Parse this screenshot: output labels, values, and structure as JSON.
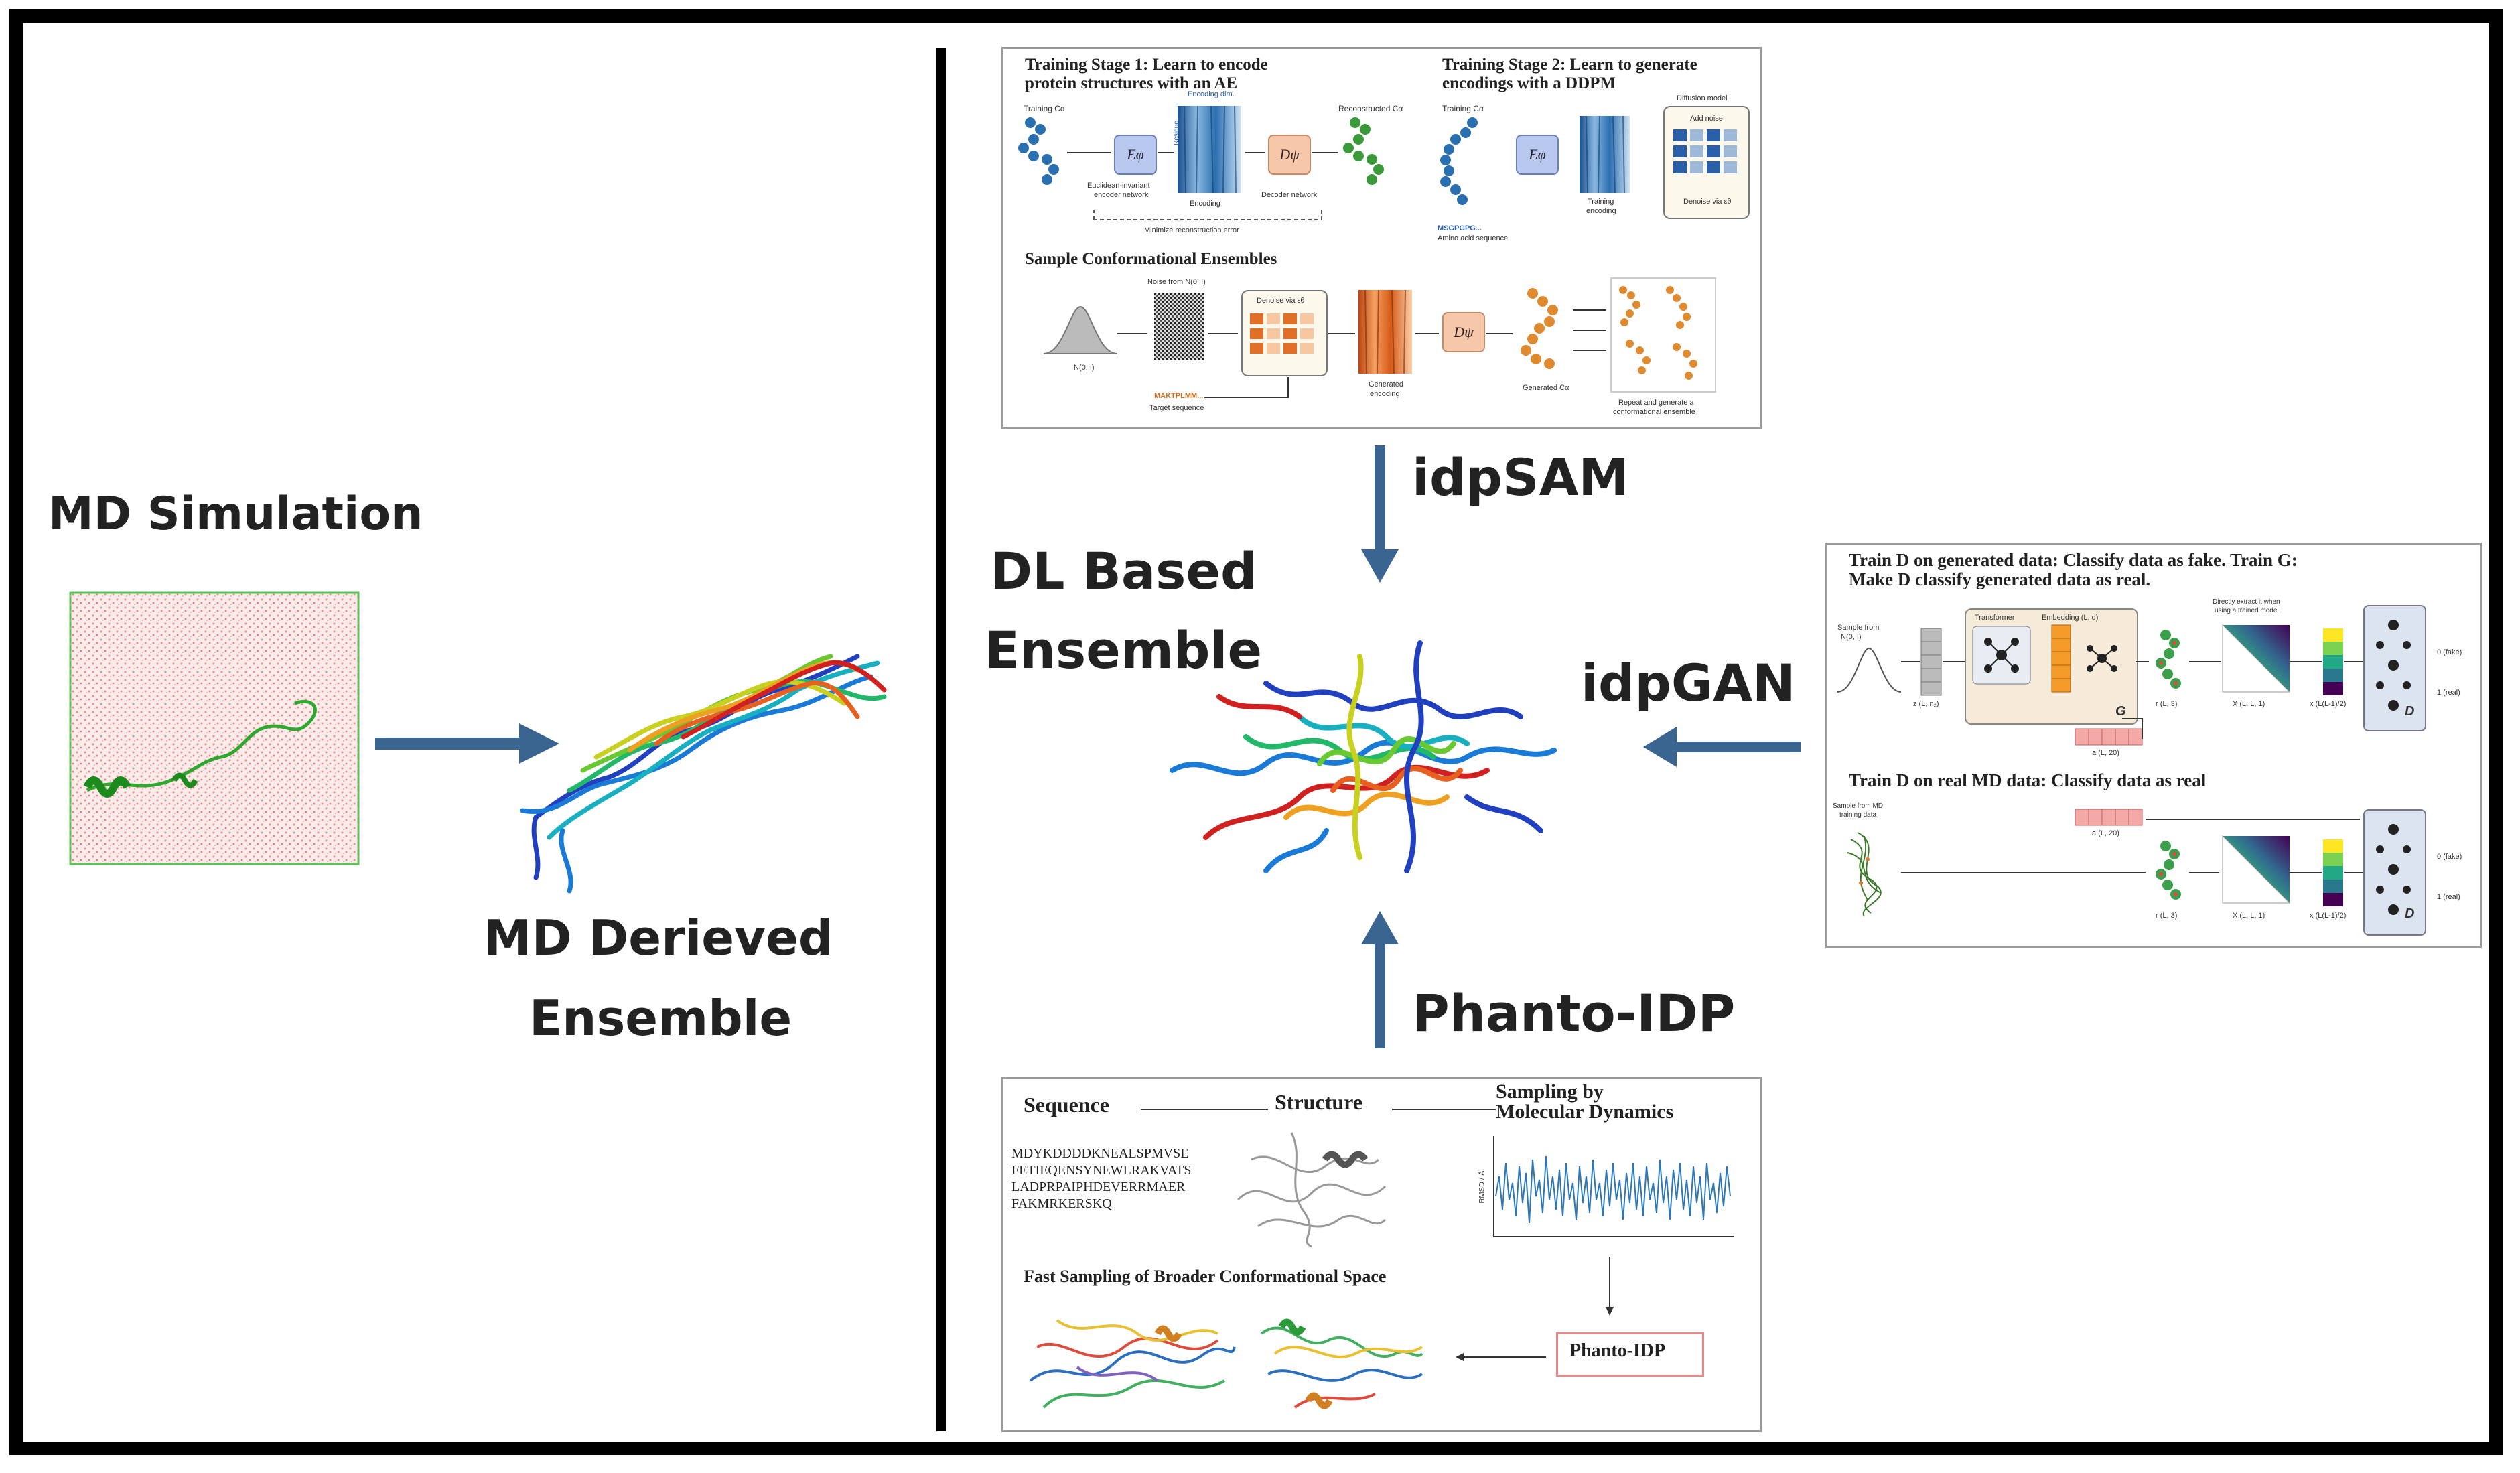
{
  "left_panel": {
    "md_simulation_label": "MD Simulation",
    "md_derived_label_line1": "MD Derieved",
    "md_derived_label_line2": "Ensemble"
  },
  "center": {
    "dl_label_line1": "DL Based",
    "dl_label_line2": "Ensemble",
    "idpsam_label": "idpSAM",
    "idpgan_label": "idpGAN",
    "phanto_label": "Phanto-IDP"
  },
  "idpsam_panel": {
    "stage1_title_line1": "Training Stage 1: Learn to encode",
    "stage1_title_line2": "protein structures with an AE",
    "stage2_title_line1": "Training Stage 2: Learn to generate",
    "stage2_title_line2": "encodings with a DDPM",
    "training_ca": "Training Cα",
    "training_ca2": "Training Cα",
    "encoder_symbol": "Eφ",
    "encoder_symbol2": "Eφ",
    "decoder_symbol": "Dψ",
    "decoder_symbol2": "Dψ",
    "encoding_dim": "Encoding dim.",
    "residue": "Residue",
    "reconstructed_ca": "Reconstructed Cα",
    "encoder_caption_line1": "Euclidean-invariant",
    "encoder_caption_line2": "encoder network",
    "encoding_caption": "Encoding",
    "decoder_caption": "Decoder network",
    "minimize": "Minimize reconstruction error",
    "diffusion_model": "Diffusion model",
    "add_noise": "Add noise",
    "denoise": "Denoise via εθ",
    "training_encoding_line1": "Training",
    "training_encoding_line2": "encoding",
    "sequence_ex": "MSGPGPG...",
    "amino_acid_sequence": "Amino acid sequence",
    "sample_title": "Sample Conformational Ensembles",
    "noise_from": "Noise from N(0, I)",
    "normal": "N(0, I)",
    "denoise2": "Denoise via εθ",
    "target_seq_ex": "MAKTPLMM...",
    "target_sequence": "Target sequence",
    "generated_encoding_line1": "Generated",
    "generated_encoding_line2": "encoding",
    "generated_ca": "Generated Cα",
    "repeat_line1": "Repeat and generate a",
    "repeat_line2": "conformational ensemble"
  },
  "idpgan_panel": {
    "title1_line1": "Train D on generated data: Classify data as fake. Train G:",
    "title1_line2": "Make D classify generated data as real.",
    "sample_from_line1": "Sample from",
    "sample_from_line2": "N(0, I)",
    "z_label": "z (L, n₂)",
    "transformer": "Transformer",
    "embedding": "Embedding (L, d)",
    "directly_extract_line1": "Directly extract it when",
    "directly_extract_line2": "using a trained model",
    "g_label": "G",
    "r_label": "r (L, 3)",
    "x_label": "X (L, L, 1)",
    "x_flat": "x (L(L-1)/2)",
    "d_label": "D",
    "fake_out": "0 (fake)",
    "real_out": "1 (real)",
    "a_label": "a (L, 20)",
    "title2": "Train D on real MD data: Classify data as real",
    "sample_md_line1": "Sample from MD",
    "sample_md_line2": "training data",
    "a_label2": "a (L, 20)",
    "r_label2": "r (L, 3)",
    "x_label2": "X (L, L, 1)",
    "x_flat2": "x (L(L-1)/2)",
    "d_label2": "D",
    "fake_out2": "0 (fake)",
    "real_out2": "1 (real)"
  },
  "phanto_panel": {
    "sequence": "Sequence",
    "structure": "Structure",
    "sampling_line1": "Sampling by",
    "sampling_line2": "Molecular Dynamics",
    "seq_line1": "MDYKDDDDKNEALSPMVSE",
    "seq_line2": "FETIEQENSYNEWLRAKVATS",
    "seq_line3": "LADPRPAIPHDEVERRMAER",
    "seq_line4": "FAKMRKERSKQ",
    "rmsd_label": "RMSD / Å",
    "fast_sampling": "Fast Sampling of Broader Conformational Space",
    "phanto_box": "Phanto-IDP"
  },
  "colors": {
    "arrow": "#3b6591",
    "frame": "#000000",
    "water": "#e89a9a",
    "protein_green": "#2b9a2b"
  }
}
